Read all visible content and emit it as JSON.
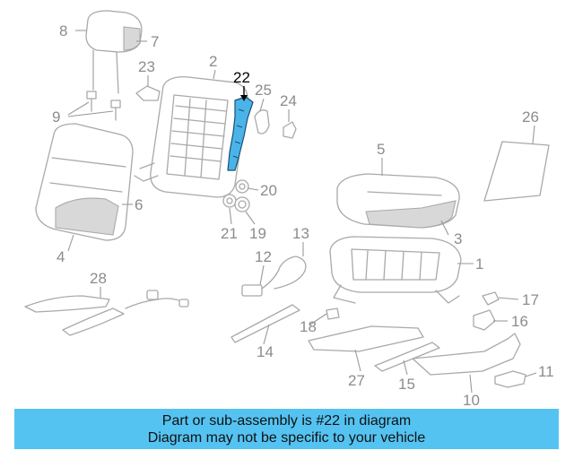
{
  "diagram": {
    "highlighted_part": "22",
    "highlight_color": "#4ab4e8",
    "callouts": [
      "1",
      "2",
      "3",
      "4",
      "5",
      "6",
      "7",
      "8",
      "9",
      "10",
      "11",
      "12",
      "13",
      "14",
      "15",
      "16",
      "17",
      "18",
      "19",
      "20",
      "21",
      "22",
      "23",
      "24",
      "25",
      "26",
      "27",
      "28"
    ]
  },
  "banner": {
    "line1": "Part or sub-assembly is #22 in diagram",
    "line2": "Diagram may not be specific to your vehicle",
    "color": "#54c3f2"
  }
}
